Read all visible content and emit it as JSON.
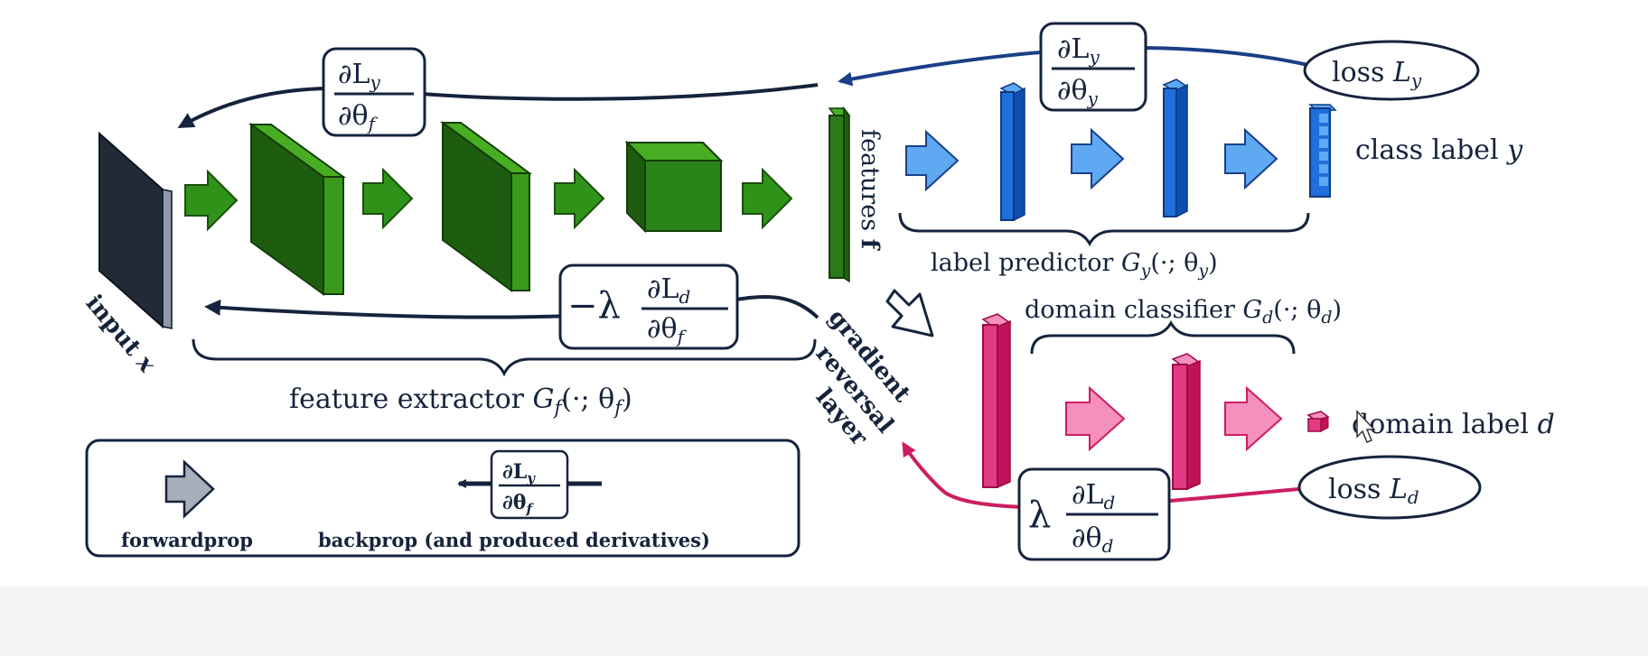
{
  "colors": {
    "ink": "#15233c",
    "green_dark": "#1e5d10",
    "green_front": "#2b7a18",
    "green_light": "#48ad23",
    "blue_dark": "#0d4fb0",
    "blue_front": "#1f6fdc",
    "blue_light": "#5ea9f2",
    "blue_arrow_line": "#1a3f88",
    "pink_dark": "#c01258",
    "pink_front": "#e23a84",
    "pink_light": "#f58fbe",
    "pink_arrow_line": "#cc1e60",
    "input_layer": "#222a38"
  },
  "labels": {
    "input": "input ",
    "input_var": "x",
    "features": "features ",
    "features_var": "f",
    "class_label": "class label ",
    "class_label_var": "y",
    "domain_label": "domain label ",
    "domain_label_var": "d",
    "loss_y": "loss ",
    "loss_y_sym": "L",
    "loss_y_sub": "y",
    "loss_d": "loss ",
    "loss_d_sym": "L",
    "loss_d_sub": "d",
    "label_predictor": "label predictor ",
    "label_predictor_fn": "G",
    "label_predictor_fn_sub": "y",
    "label_predictor_args": "(·; θ",
    "label_predictor_args_sub": "y",
    "label_predictor_close": ")",
    "domain_classifier": "domain classifier ",
    "domain_classifier_fn": "G",
    "domain_classifier_fn_sub": "d",
    "domain_classifier_args": "(·; θ",
    "domain_classifier_args_sub": "d",
    "domain_classifier_close": ")",
    "feature_extractor": "feature extractor ",
    "feature_extractor_fn": "G",
    "feature_extractor_fn_sub": "f",
    "feature_extractor_args": "(·; θ",
    "feature_extractor_args_sub": "f",
    "feature_extractor_close": ")",
    "grl_line1": "gradient",
    "grl_line2": "reversal",
    "grl_line3": "layer"
  },
  "derivatives": {
    "dLy_dthetaf": {
      "num": "∂L",
      "num_sub": "y",
      "den": "∂θ",
      "den_sub": "f"
    },
    "dLy_dthetay": {
      "num": "∂L",
      "num_sub": "y",
      "den": "∂θ",
      "den_sub": "y"
    },
    "neg_lambda_dLd_dthetaf": {
      "prefix": "−λ",
      "num": "∂L",
      "num_sub": "d",
      "den": "∂θ",
      "den_sub": "f"
    },
    "lambda_dLd_dthetad": {
      "prefix": "λ",
      "num": "∂L",
      "num_sub": "d",
      "den": "∂θ",
      "den_sub": "d"
    }
  },
  "legend": {
    "forwardprop": "forwardprop",
    "backprop": "backprop (and produced derivatives)",
    "deriv": {
      "num": "∂L",
      "num_sub": "y",
      "den": "∂θ",
      "den_sub": "f"
    }
  }
}
